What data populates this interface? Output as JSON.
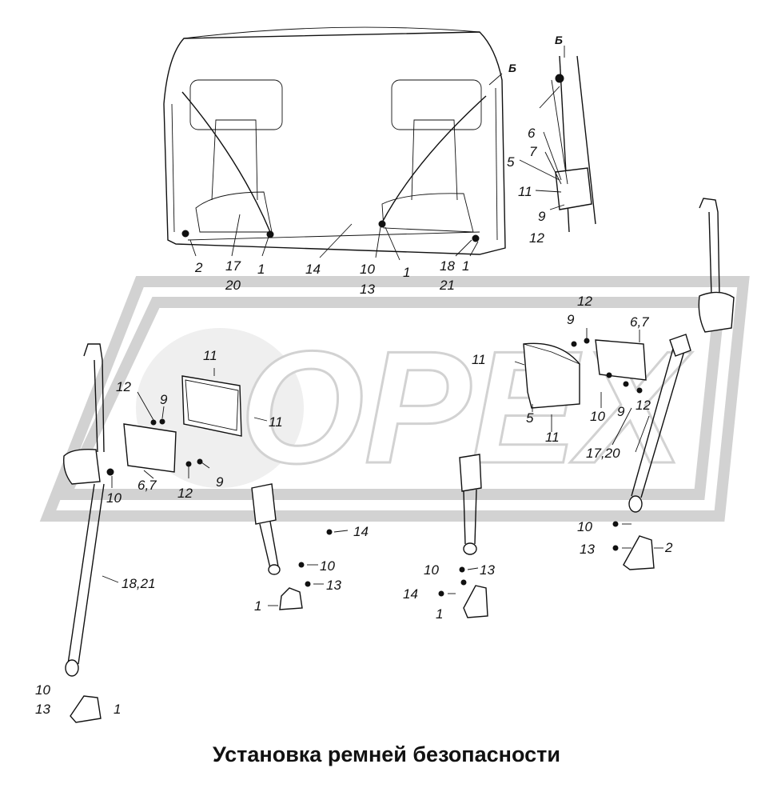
{
  "caption": "Установка ремней безопасности",
  "watermark": "OPEX",
  "view_letter": "Б",
  "callouts": {
    "top_2": "2",
    "top_17": "17",
    "top_20": "20",
    "top_1a": "1",
    "top_14": "14",
    "top_10": "10",
    "top_13": "13",
    "top_1b": "1",
    "top_18": "18",
    "top_21": "21",
    "top_1c": "1",
    "b_6": "6",
    "b_7": "7",
    "b_5": "5",
    "b_11": "11",
    "b_9": "9",
    "b_12": "12",
    "l_12": "12",
    "l_9a": "9",
    "l_11a": "11",
    "l_11b": "11",
    "l_10": "10",
    "l_67": "6,7",
    "l_12b": "12",
    "l_9b": "9",
    "l_1821": "18,21",
    "l_10b": "10",
    "l_13b": "13",
    "l_1b": "1",
    "c_14": "14",
    "c_10": "10",
    "c_13": "13",
    "c_1": "1",
    "r_12": "12",
    "r_9": "9",
    "r_67": "6,7",
    "r_11a": "11",
    "r_10": "10",
    "r_9b": "9",
    "r_12b": "12",
    "r_5": "5",
    "r_11b": "11",
    "r_1720": "17,20",
    "rc_10": "10",
    "rc_13": "13",
    "rc_14": "14",
    "rc_1": "1",
    "rr_10": "10",
    "rr_13": "13",
    "rr_2": "2"
  },
  "colors": {
    "ink": "#111111",
    "watermark": "#d2d2d2",
    "background": "#ffffff"
  }
}
